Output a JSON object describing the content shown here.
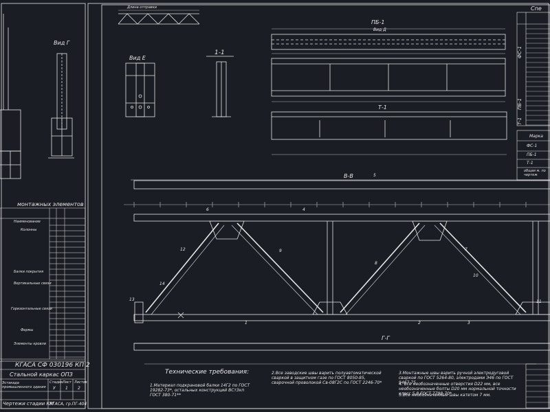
{
  "left_panel": {
    "view_g_label": "Вид Г",
    "table_title": "монтажных элементов",
    "table_header": "Наименование",
    "rows": [
      "Колонны",
      "Балки покрытия",
      "Вертикальные связи",
      "Горизонтальные связи",
      "Фермы",
      "Элементы кровли"
    ],
    "stamp_code": "КГАСА СФ 030196 КП 2",
    "stamp_title": "Стальной каркас ОПЗ",
    "stamp_sub": "Эстакада промышленного здания",
    "stamp_stage_cols": [
      "Стадия",
      "Лист",
      "Листов"
    ],
    "stamp_stage_vals": [
      "У",
      "1",
      "2"
    ],
    "stamp_sheet": "Чертежи стадии КМ",
    "stamp_org": "КГАСА, гр.ПГ-404"
  },
  "main": {
    "scheme_title": "Длина отправки",
    "view_e": "Вид Е",
    "section_11": "1-1",
    "pv1": "ПБ-1",
    "view_d": "Вид Д",
    "t1": "Т-1",
    "section_vv": "В-В",
    "section_gg": "Г-Г",
    "tech_title": "Технические требования:",
    "notes": [
      "1.Материал подкрановой балки 14Г2 по ГОСТ 19282-73*, остальных конструкций ВСт3кп ГОСТ 380-71**",
      "2.Все заводские швы варить полуавтоматической сваркой в защитном газе по ГОСТ 8050-85, сварочной проволокой Св-08Г2С по ГОСТ 2246-70*",
      "3.Монтажные швы варить ручной электродуговой сваркой по ГОСТ 5264-80, электродами Э46 по ГОСТ 9467-75",
      "4. Все необозначенные отверстия D22 мм, все необозначенные болты D20 мм нормальной точности класс 5.8 ГОСТ 7798-70*",
      "5.Все необозначенные швы катетом 7 мм."
    ]
  },
  "right_panel": {
    "spec_title": "Спе",
    "marks_header": "Марка",
    "marks": [
      "ФС-1",
      "ПБ-1",
      "Т-1"
    ],
    "side_labels": [
      "ФС-1",
      "ПБ-1",
      "Т-1"
    ],
    "weight_label": "общая м. по чертеж"
  },
  "marks": {
    "num_1": "1",
    "num_2": "2",
    "num_3": "3",
    "num_4": "4",
    "num_5": "5",
    "num_6": "6",
    "num_7": "7",
    "num_8": "8",
    "num_9": "9",
    "num_10": "10",
    "num_11": "11",
    "num_12": "12",
    "num_13": "13",
    "num_14": "14"
  },
  "colors": {
    "background": "#1a1d24",
    "lines": "#e6e6e6",
    "accent_cyan": "#7fd3e6",
    "accent_yellow": "#e6d84a"
  }
}
